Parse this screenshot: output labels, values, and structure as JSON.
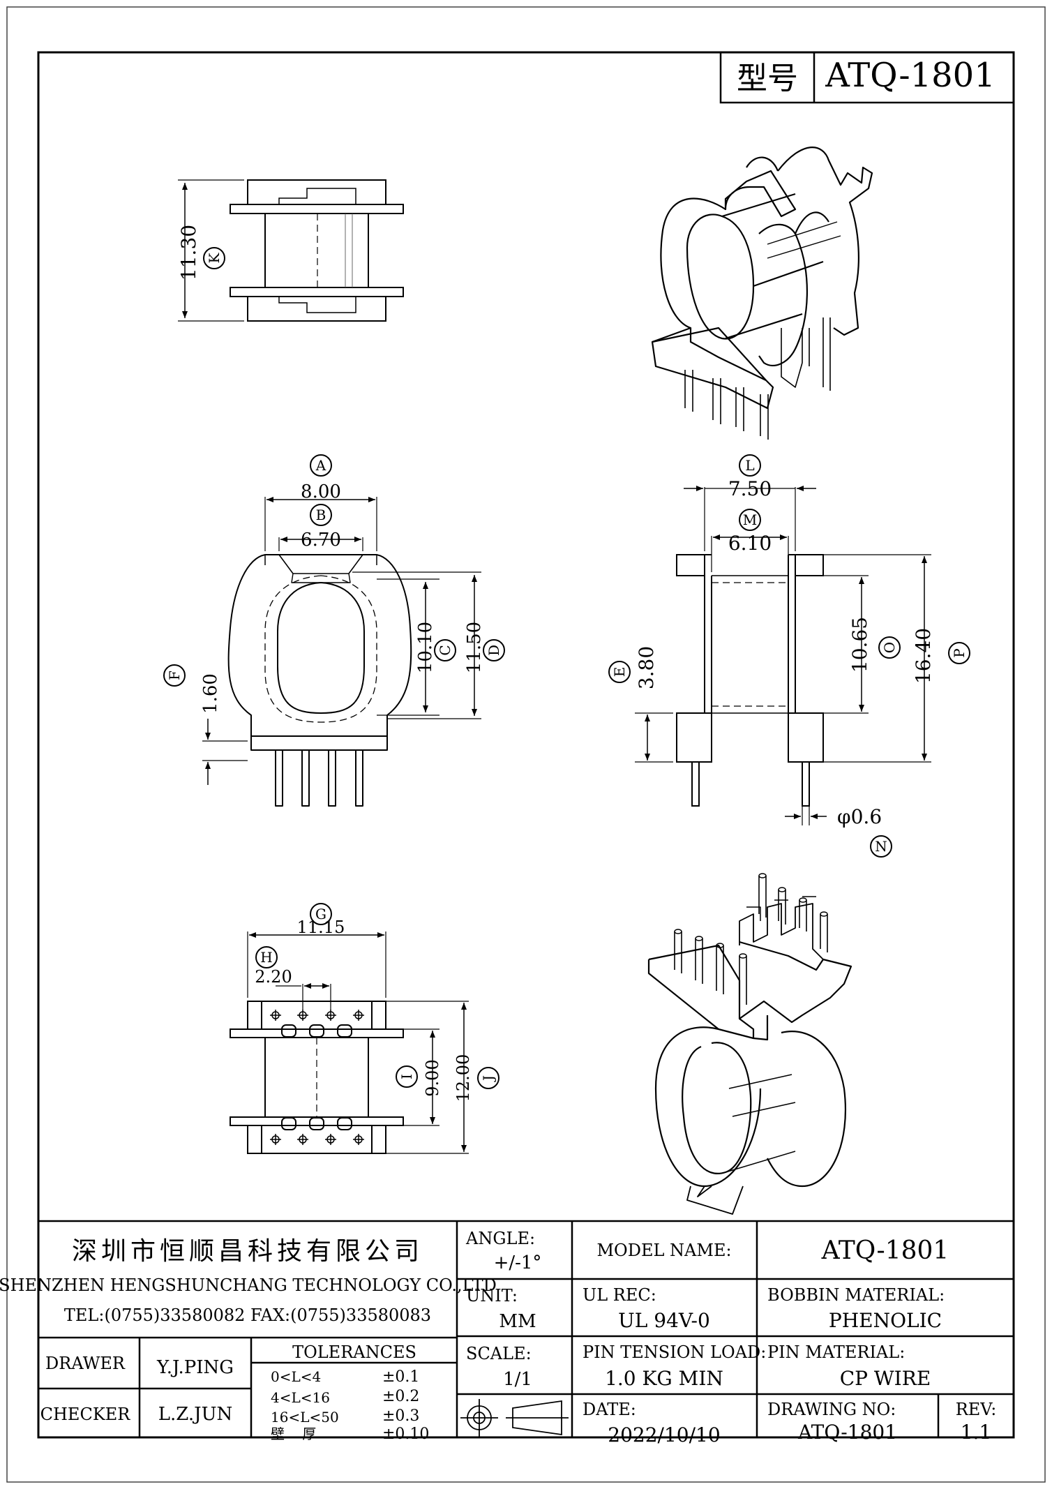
{
  "model_box": {
    "label": "型号",
    "value": "ATQ-1801"
  },
  "dimensions": {
    "K": {
      "letter": "K",
      "value": "11.30"
    },
    "A": {
      "letter": "A",
      "value": "8.00"
    },
    "B": {
      "letter": "B",
      "value": "6.70"
    },
    "C": {
      "letter": "C",
      "value": "10.10"
    },
    "D": {
      "letter": "D",
      "value": "11.50"
    },
    "F": {
      "letter": "F",
      "value": "1.60"
    },
    "L": {
      "letter": "L",
      "value": "7.50"
    },
    "M": {
      "letter": "M",
      "value": "6.10"
    },
    "E": {
      "letter": "E",
      "value": "3.80"
    },
    "O": {
      "letter": "O",
      "value": "10.65"
    },
    "P": {
      "letter": "P",
      "value": "16.40"
    },
    "N": {
      "letter": "N",
      "value": "φ0.6"
    },
    "G": {
      "letter": "G",
      "value": "11.15"
    },
    "H": {
      "letter": "H",
      "value": "2.20"
    },
    "I": {
      "letter": "I",
      "value": "9.00"
    },
    "J": {
      "letter": "J",
      "value": "12.00"
    }
  },
  "title_block": {
    "company_cn": "深圳市恒顺昌科技有限公司",
    "company_en": "SHENZHEN HENGSHUNCHANG TECHNOLOGY CO.,LTD",
    "contact": "TEL:(0755)33580082 FAX:(0755)33580083",
    "drawer_label": "DRAWER",
    "drawer_name": "Y.J.PING",
    "checker_label": "CHECKER",
    "checker_name": "L.Z.JUN",
    "tolerances_title": "TOLERANCES",
    "tolerances": [
      {
        "range": "0<L<4",
        "value": "±0.1"
      },
      {
        "range": "4<L<16",
        "value": "±0.2"
      },
      {
        "range": "16<L<50",
        "value": "±0.3"
      },
      {
        "range": "壁    厚",
        "value": "±0.10"
      }
    ],
    "angle_label": "ANGLE:",
    "angle_value": "+/-1°",
    "unit_label": "UNIT:",
    "unit_value": "MM",
    "scale_label": "SCALE:",
    "scale_value": "1/1",
    "model_name_label": "MODEL NAME:",
    "model_name_value": "ATQ-1801",
    "ul_rec_label": "UL REC:",
    "ul_rec_value": "UL 94V-0",
    "pin_tension_label": "PIN TENSION LOAD:",
    "pin_tension_value": "1.0 KG MIN",
    "date_label": "DATE:",
    "date_value": "2022/10/10",
    "bobbin_material_label": "BOBBIN MATERIAL:",
    "bobbin_material_value": "PHENOLIC",
    "pin_material_label": "PIN MATERIAL:",
    "pin_material_value": "CP WIRE",
    "drawing_no_label": "DRAWING NO:",
    "drawing_no_value": "ATQ-1801",
    "rev_label": "REV:",
    "rev_value": "1.1"
  }
}
